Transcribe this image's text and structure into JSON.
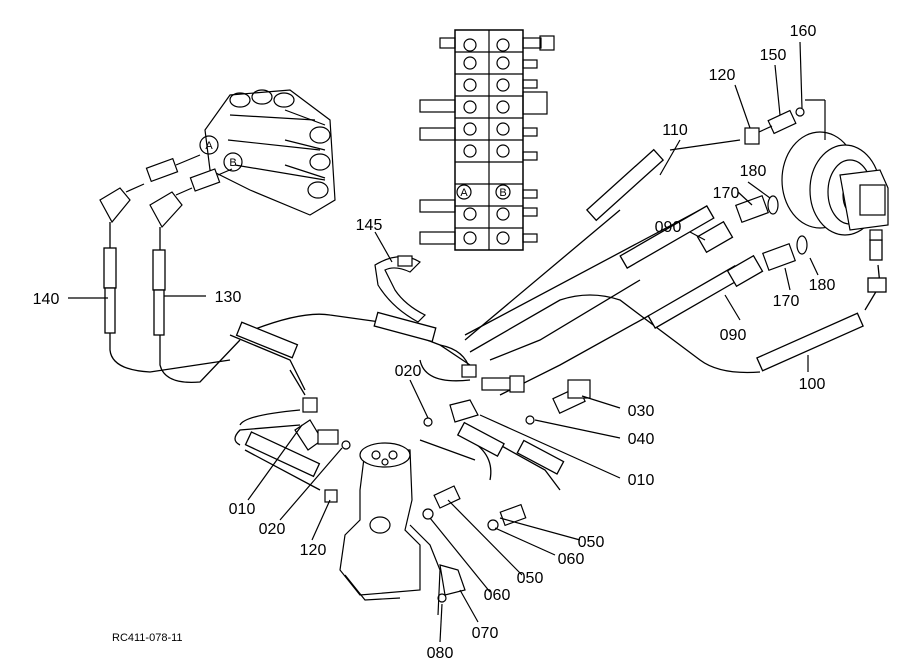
{
  "drawing_code": "RC411-078-11",
  "callouts": {
    "c160": "160",
    "c150": "150",
    "c120_top": "120",
    "c110": "110",
    "c180_top": "180",
    "c170_top": "170",
    "c090_top": "090",
    "c180_right": "180",
    "c170_mid": "170",
    "c090_mid": "090",
    "c100": "100",
    "c145": "145",
    "c140": "140",
    "c130": "130",
    "c020_top": "020",
    "c030": "030",
    "c040": "040",
    "c010_right": "010",
    "c010_left": "010",
    "c020_left": "020",
    "c120_bottom": "120",
    "c050_right": "050",
    "c060_right": "060",
    "c050_mid": "050",
    "c060_mid": "060",
    "c070": "070",
    "c080": "080"
  },
  "port_marks": {
    "a": "A",
    "b": "B"
  }
}
